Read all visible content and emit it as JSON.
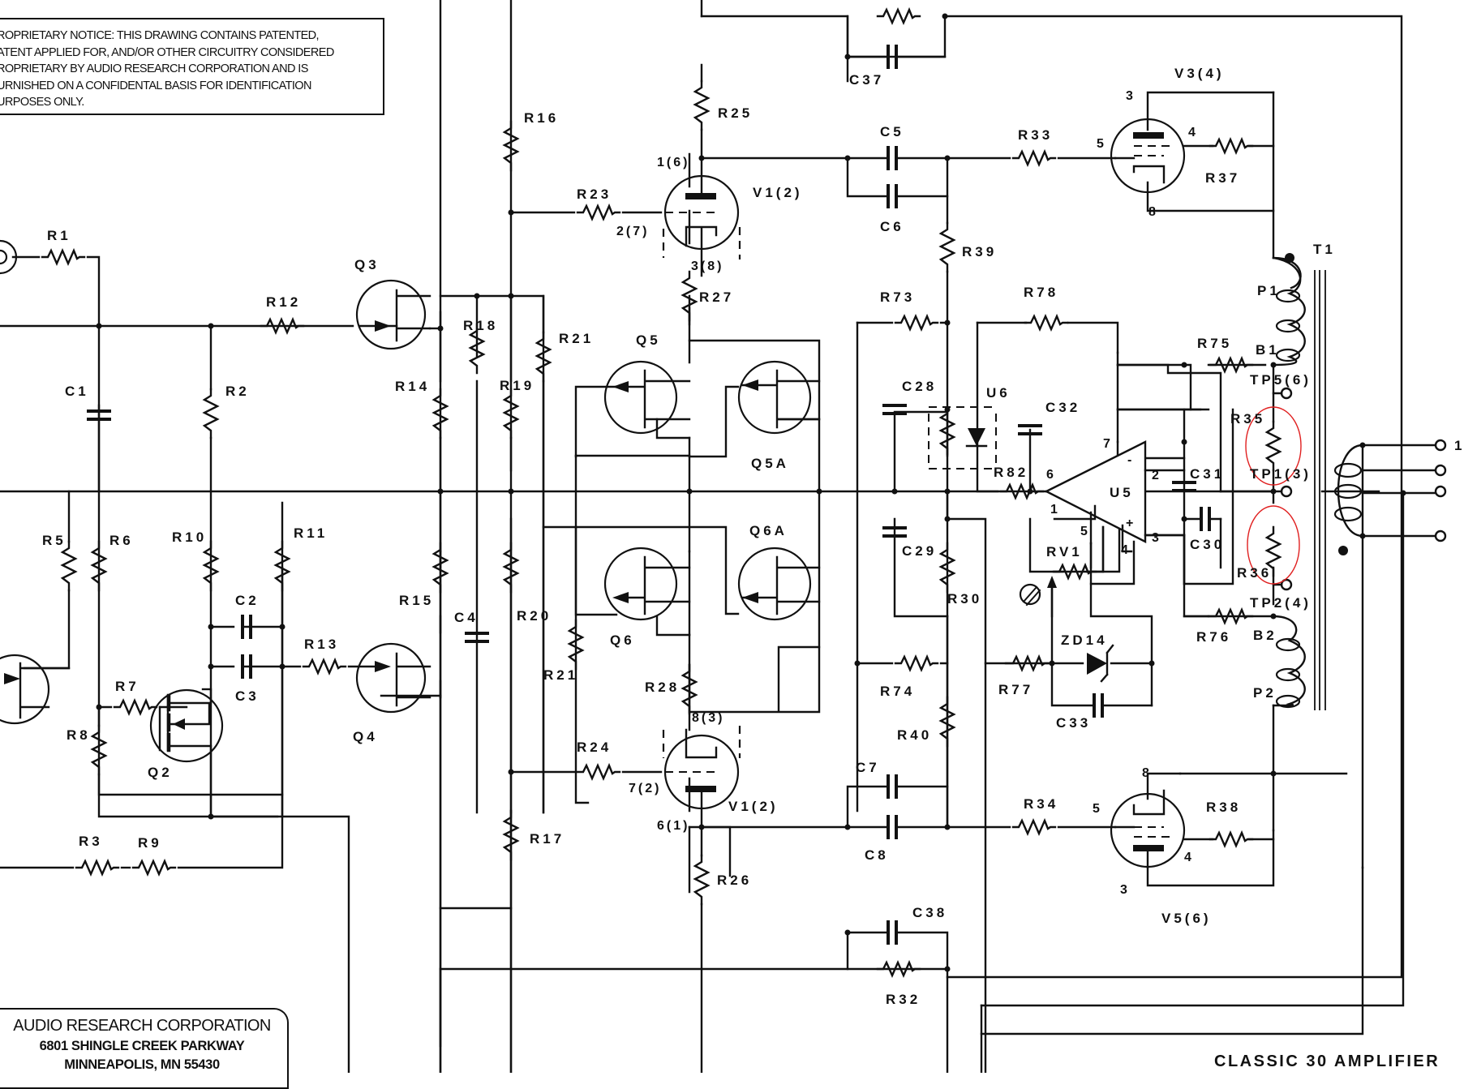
{
  "notice": {
    "lines": [
      "ROPRIETARY NOTICE:   THIS DRAWING CONTAINS PATENTED,",
      "ATENT APPLIED FOR, AND/OR OTHER CIRCUITRY CONSIDERED",
      "ROPRIETARY BY AUDIO RESEARCH CORPORATION AND IS",
      "URNISHED ON A CONFIDENTAL BASIS FOR IDENTIFICATION",
      "URPOSES ONLY."
    ]
  },
  "company": {
    "name": "AUDIO RESEARCH CORPORATION",
    "address": "6801 SHINGLE CREEK PARKWAY",
    "city": "MINNEAPOLIS,  MN 55430"
  },
  "title": "CLASSIC  30  AMPLIFIER",
  "labels": {
    "R1": "R1",
    "R2": "R2",
    "R3": "R3",
    "R5": "R5",
    "R6": "R6",
    "R7": "R7",
    "R8": "R8",
    "R9": "R9",
    "R10": "R10",
    "R11": "R11",
    "R12": "R12",
    "R13": "R13",
    "R14": "R14",
    "R15": "R15",
    "R16": "R16",
    "R17": "R17",
    "R18": "R18",
    "R19": "R19",
    "R20": "R20",
    "R21a": "R21",
    "R21b": "R21",
    "R23": "R23",
    "R24": "R24",
    "R25": "R25",
    "R26": "R26",
    "R27": "R27",
    "R28": "R28",
    "R30": "R30",
    "R32": "R32",
    "R33": "R33",
    "R34": "R34",
    "R35": "R35",
    "R36": "R36",
    "R37": "R37",
    "R38": "R38",
    "R39": "R39",
    "R40": "R40",
    "R73": "R73",
    "R74": "R74",
    "R75": "R75",
    "R76": "R76",
    "R77": "R77",
    "R78": "R78",
    "R82": "R82",
    "RV1": "RV1",
    "C1": "C1",
    "C2": "C2",
    "C3": "C3",
    "C4": "C4",
    "C5": "C5",
    "C6": "C6",
    "C7": "C7",
    "C8": "C8",
    "C28": "C28",
    "C29": "C29",
    "C30": "C30",
    "C31": "C31",
    "C32": "C32",
    "C33": "C33",
    "C37": "C37",
    "C38": "C38",
    "Q2": "Q2",
    "Q3": "Q3",
    "Q4": "Q4",
    "Q5": "Q5",
    "Q5A": "Q5A",
    "Q6": "Q6",
    "Q6A": "Q6A",
    "V1top": "V1(2)",
    "V1bot": "V1(2)",
    "V3": "V3(4)",
    "V5": "V5(6)",
    "U5": "U5",
    "U6": "U6",
    "ZD14": "ZD14",
    "T1": "T1",
    "P1": "P1",
    "P2": "P2",
    "B1": "B1",
    "B2": "B2",
    "TP5": "TP5(6)",
    "TP1": "TP1(3)",
    "TP2": "TP2(4)",
    "out1": "1"
  },
  "pins": {
    "v1a_plate": "1(6)",
    "v1a_grid": "2(7)",
    "v1a_cath": "3(8)",
    "v1b_cath": "8(3)",
    "v1b_grid": "7(2)",
    "v1b_plate": "6(1)",
    "v3_plate": "3",
    "v3_grid": "5",
    "v3_screen": "4",
    "v3_cath": "8",
    "v5_cath": "8",
    "v5_grid": "5",
    "v5_screen": "4",
    "v5_plate": "3",
    "u5_1": "1",
    "u5_2": "2",
    "u5_3": "3",
    "u5_4": "4",
    "u5_5": "5",
    "u5_6": "6",
    "u5_7": "7",
    "u5_minus": "-",
    "u5_plus": "+"
  },
  "highlights": [
    "R35",
    "R36"
  ]
}
